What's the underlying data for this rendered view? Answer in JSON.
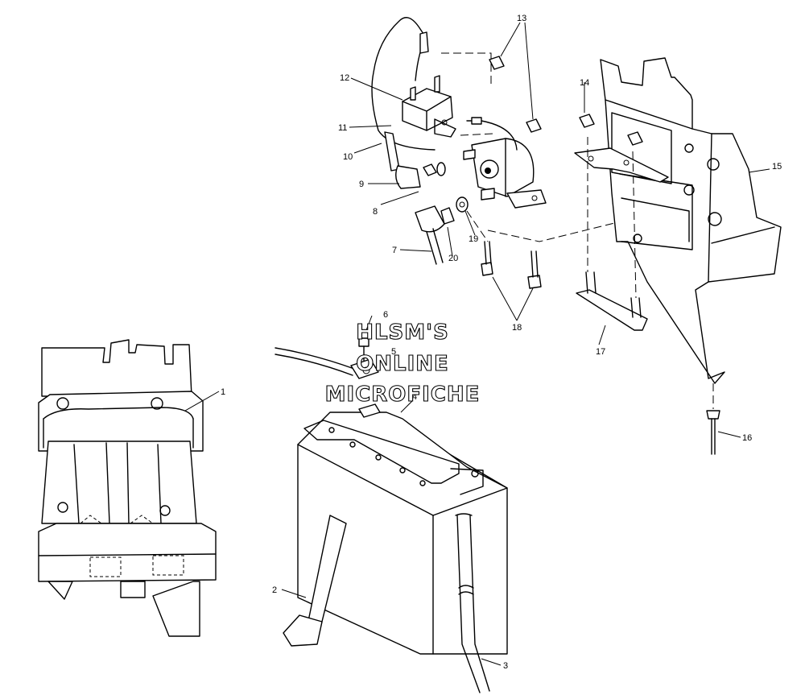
{
  "watermark": {
    "line1": "HLSM'S",
    "line2": "ONLINE",
    "line3": "MICROFICHE"
  },
  "callouts": [
    {
      "id": "callout-1",
      "label": "1"
    },
    {
      "id": "callout-2",
      "label": "2"
    },
    {
      "id": "callout-3",
      "label": "3"
    },
    {
      "id": "callout-4",
      "label": "4"
    },
    {
      "id": "callout-5",
      "label": "5"
    },
    {
      "id": "callout-6",
      "label": "6"
    },
    {
      "id": "callout-7",
      "label": "7"
    },
    {
      "id": "callout-8",
      "label": "8"
    },
    {
      "id": "callout-9",
      "label": "9"
    },
    {
      "id": "callout-10",
      "label": "10"
    },
    {
      "id": "callout-11",
      "label": "11"
    },
    {
      "id": "callout-12",
      "label": "12"
    },
    {
      "id": "callout-13",
      "label": "13"
    },
    {
      "id": "callout-14",
      "label": "14"
    },
    {
      "id": "callout-15",
      "label": "15"
    },
    {
      "id": "callout-16",
      "label": "16"
    },
    {
      "id": "callout-17",
      "label": "17"
    },
    {
      "id": "callout-18",
      "label": "18"
    },
    {
      "id": "callout-19",
      "label": "19"
    },
    {
      "id": "callout-20",
      "label": "20"
    }
  ],
  "colors": {
    "line": "#000000",
    "background": "#ffffff"
  }
}
